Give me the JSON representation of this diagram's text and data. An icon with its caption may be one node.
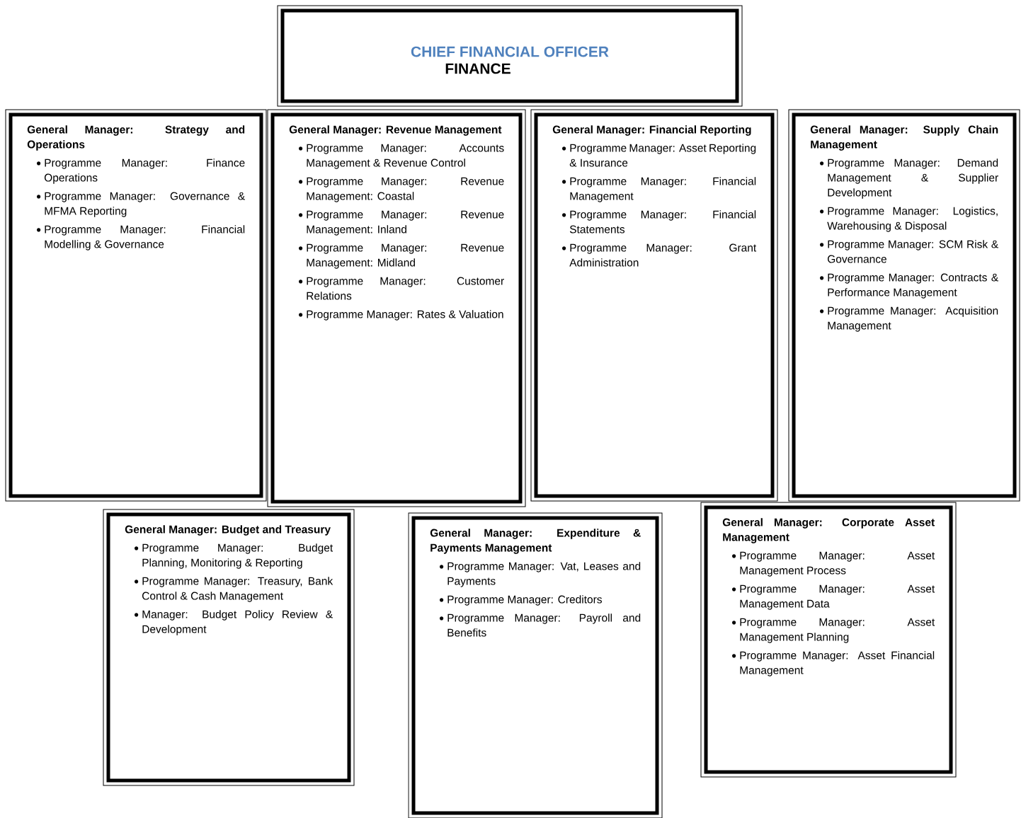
{
  "diagram": {
    "nodes": [
      {
        "text": [
          "CHIEF FINANCIAL OFFICER",
          "FINANCE"
        ]
      },
      {
        "text": [
          "General Manager: Strategy and Operations",
          "Programme Manager: Finance Operations",
          "Programme Manager: Governance & MFMA Reporting",
          "Programme Manager: Financial Modelling & Governance"
        ]
      },
      {
        "text": [
          "General Manager: Revenue Management",
          "Programme Manager: Accounts Management & Revenue Control",
          "Programme Manager: Revenue Management: Coastal",
          "Programme Manager: Revenue Management: Inland",
          "Programme Manager: Revenue Management: Midland",
          "Programme Manager: Customer Relations",
          "Programme Manager: Rates & Valuation"
        ]
      },
      {
        "text": [
          "General Manager: Financial Reporting",
          "Programme Manager: Asset Reporting & Insurance",
          "Programme Manager: Financial Management",
          "Programme Manager: Financial Statements",
          "Programme Manager: Grant Administration"
        ]
      },
      {
        "text": [
          "General Manager: Supply Chain Management",
          "Programme Manager: Demand Management & Supplier Development",
          "Programme Manager: Logistics, Warehousing & Disposal",
          "Programme Manager: SCM Risk & Governance",
          "Programme Manager: Contracts & Performance Management",
          "Programme Manager: Acquisition Management"
        ]
      },
      {
        "text": [
          "General Manager: Budget and Treasury",
          "Programme Manager: Budget Planning, Monitoring & Reporting",
          "Programme Manager: Treasury, Bank Control & Cash Management",
          "Manager: Budget Policy Review & Development"
        ]
      },
      {
        "text": [
          "General Manager: Expenditure & Payments Management",
          "Programme Manager: Vat, Leases and Payments",
          "Programme Manager: Creditors",
          "Programme Manager: Payroll and Benefits"
        ]
      },
      {
        "text": [
          "General Manager: Corporate Asset Management",
          "Programme Manager: Asset Management Process",
          "Programme Manager: Asset Management Data",
          "Programme Manager: Asset Management Planning",
          "Programme Manager: Asset Financial Management"
        ]
      }
    ]
  }
}
